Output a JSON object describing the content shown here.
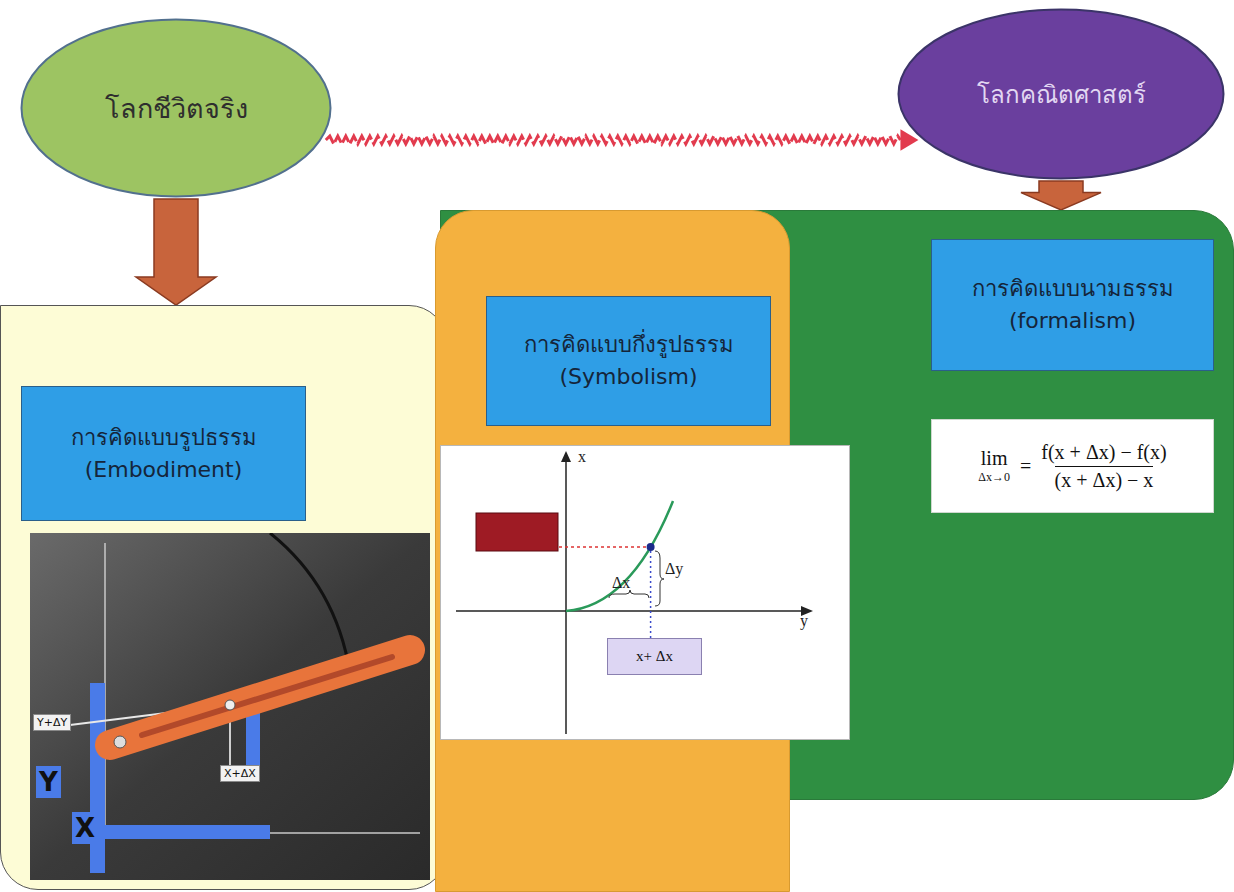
{
  "diagram": {
    "nodes": [
      {
        "text": [
          "โลกชีวิตจริง"
        ]
      },
      {
        "text": [
          "โลกคณิตศาสตร์"
        ]
      },
      {
        "text": []
      },
      {
        "text": [
          "การคิดแบบรูปธรรม (Embodiment)"
        ],
        "in": 2
      },
      {
        "text": []
      },
      {
        "text": [
          "การคิดแบบกึ่งรูปธรรม (Symbolism)"
        ],
        "in": 4
      },
      {
        "text": []
      },
      {
        "text": [
          "การคิดแบบนามธรรม (formalism)"
        ],
        "in": 6
      },
      {
        "text": [
          "lim",
          "Δx→0",
          "=",
          "f(x + Δx) − f(x)",
          "(x + Δx) − x"
        ],
        "in": 6
      }
    ],
    "edges": [
      {
        "from": 0,
        "to": 1,
        "arrow": "to"
      },
      {
        "from": 0,
        "to": 2,
        "arrow": "to"
      },
      {
        "from": 1,
        "to": 6,
        "arrow": "to"
      }
    ],
    "labels": [
      "x",
      "y",
      "Δy",
      "Δx",
      "x+ Δx",
      "Y+ΔY",
      "X+ΔX",
      "Y",
      "X"
    ]
  }
}
